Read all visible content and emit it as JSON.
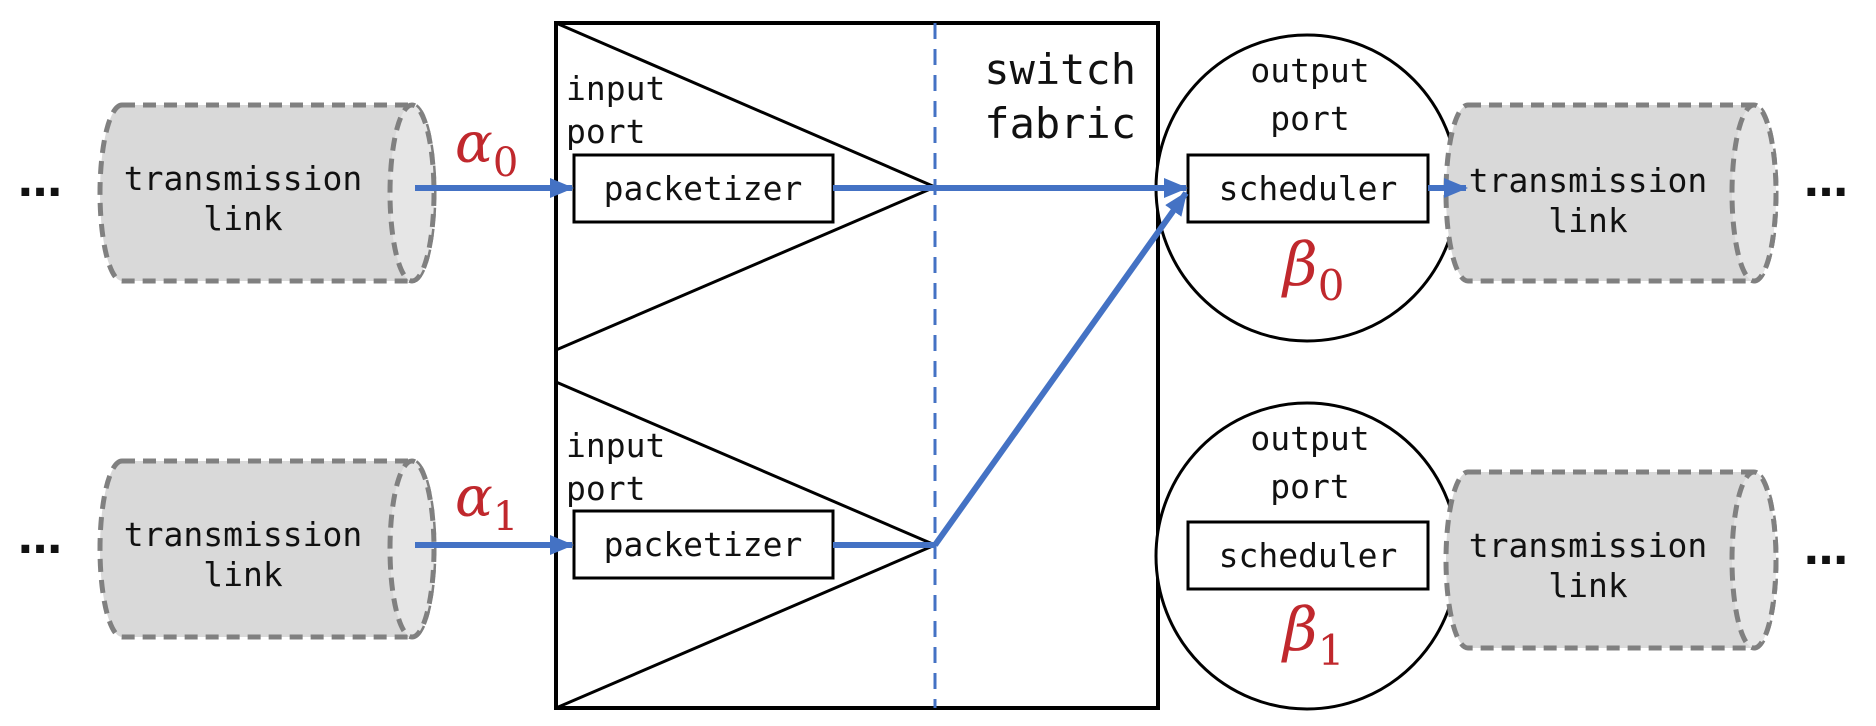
{
  "labels": {
    "transmission_line1": "transmission",
    "transmission_line2": "link",
    "packetizer": "packetizer",
    "scheduler": "scheduler",
    "input_port_line1": "input",
    "input_port_line2": "port",
    "output_port_line1": "output",
    "output_port_line2": "port",
    "switch_fabric_line1": "switch",
    "switch_fabric_line2": "fabric",
    "ellipsis": "…"
  },
  "rates": {
    "alpha_symbol": "α",
    "beta_symbol": "β",
    "alpha0_sub": "0",
    "alpha1_sub": "1",
    "beta0_sub": "0",
    "beta1_sub": "1"
  },
  "colors": {
    "flow_arrow": "#4472c4",
    "rate_label": "#c0282d",
    "link_fill": "#d9d9d9",
    "link_cap_fill": "#e6e6e6",
    "link_border": "#808080",
    "outline": "#000000"
  }
}
